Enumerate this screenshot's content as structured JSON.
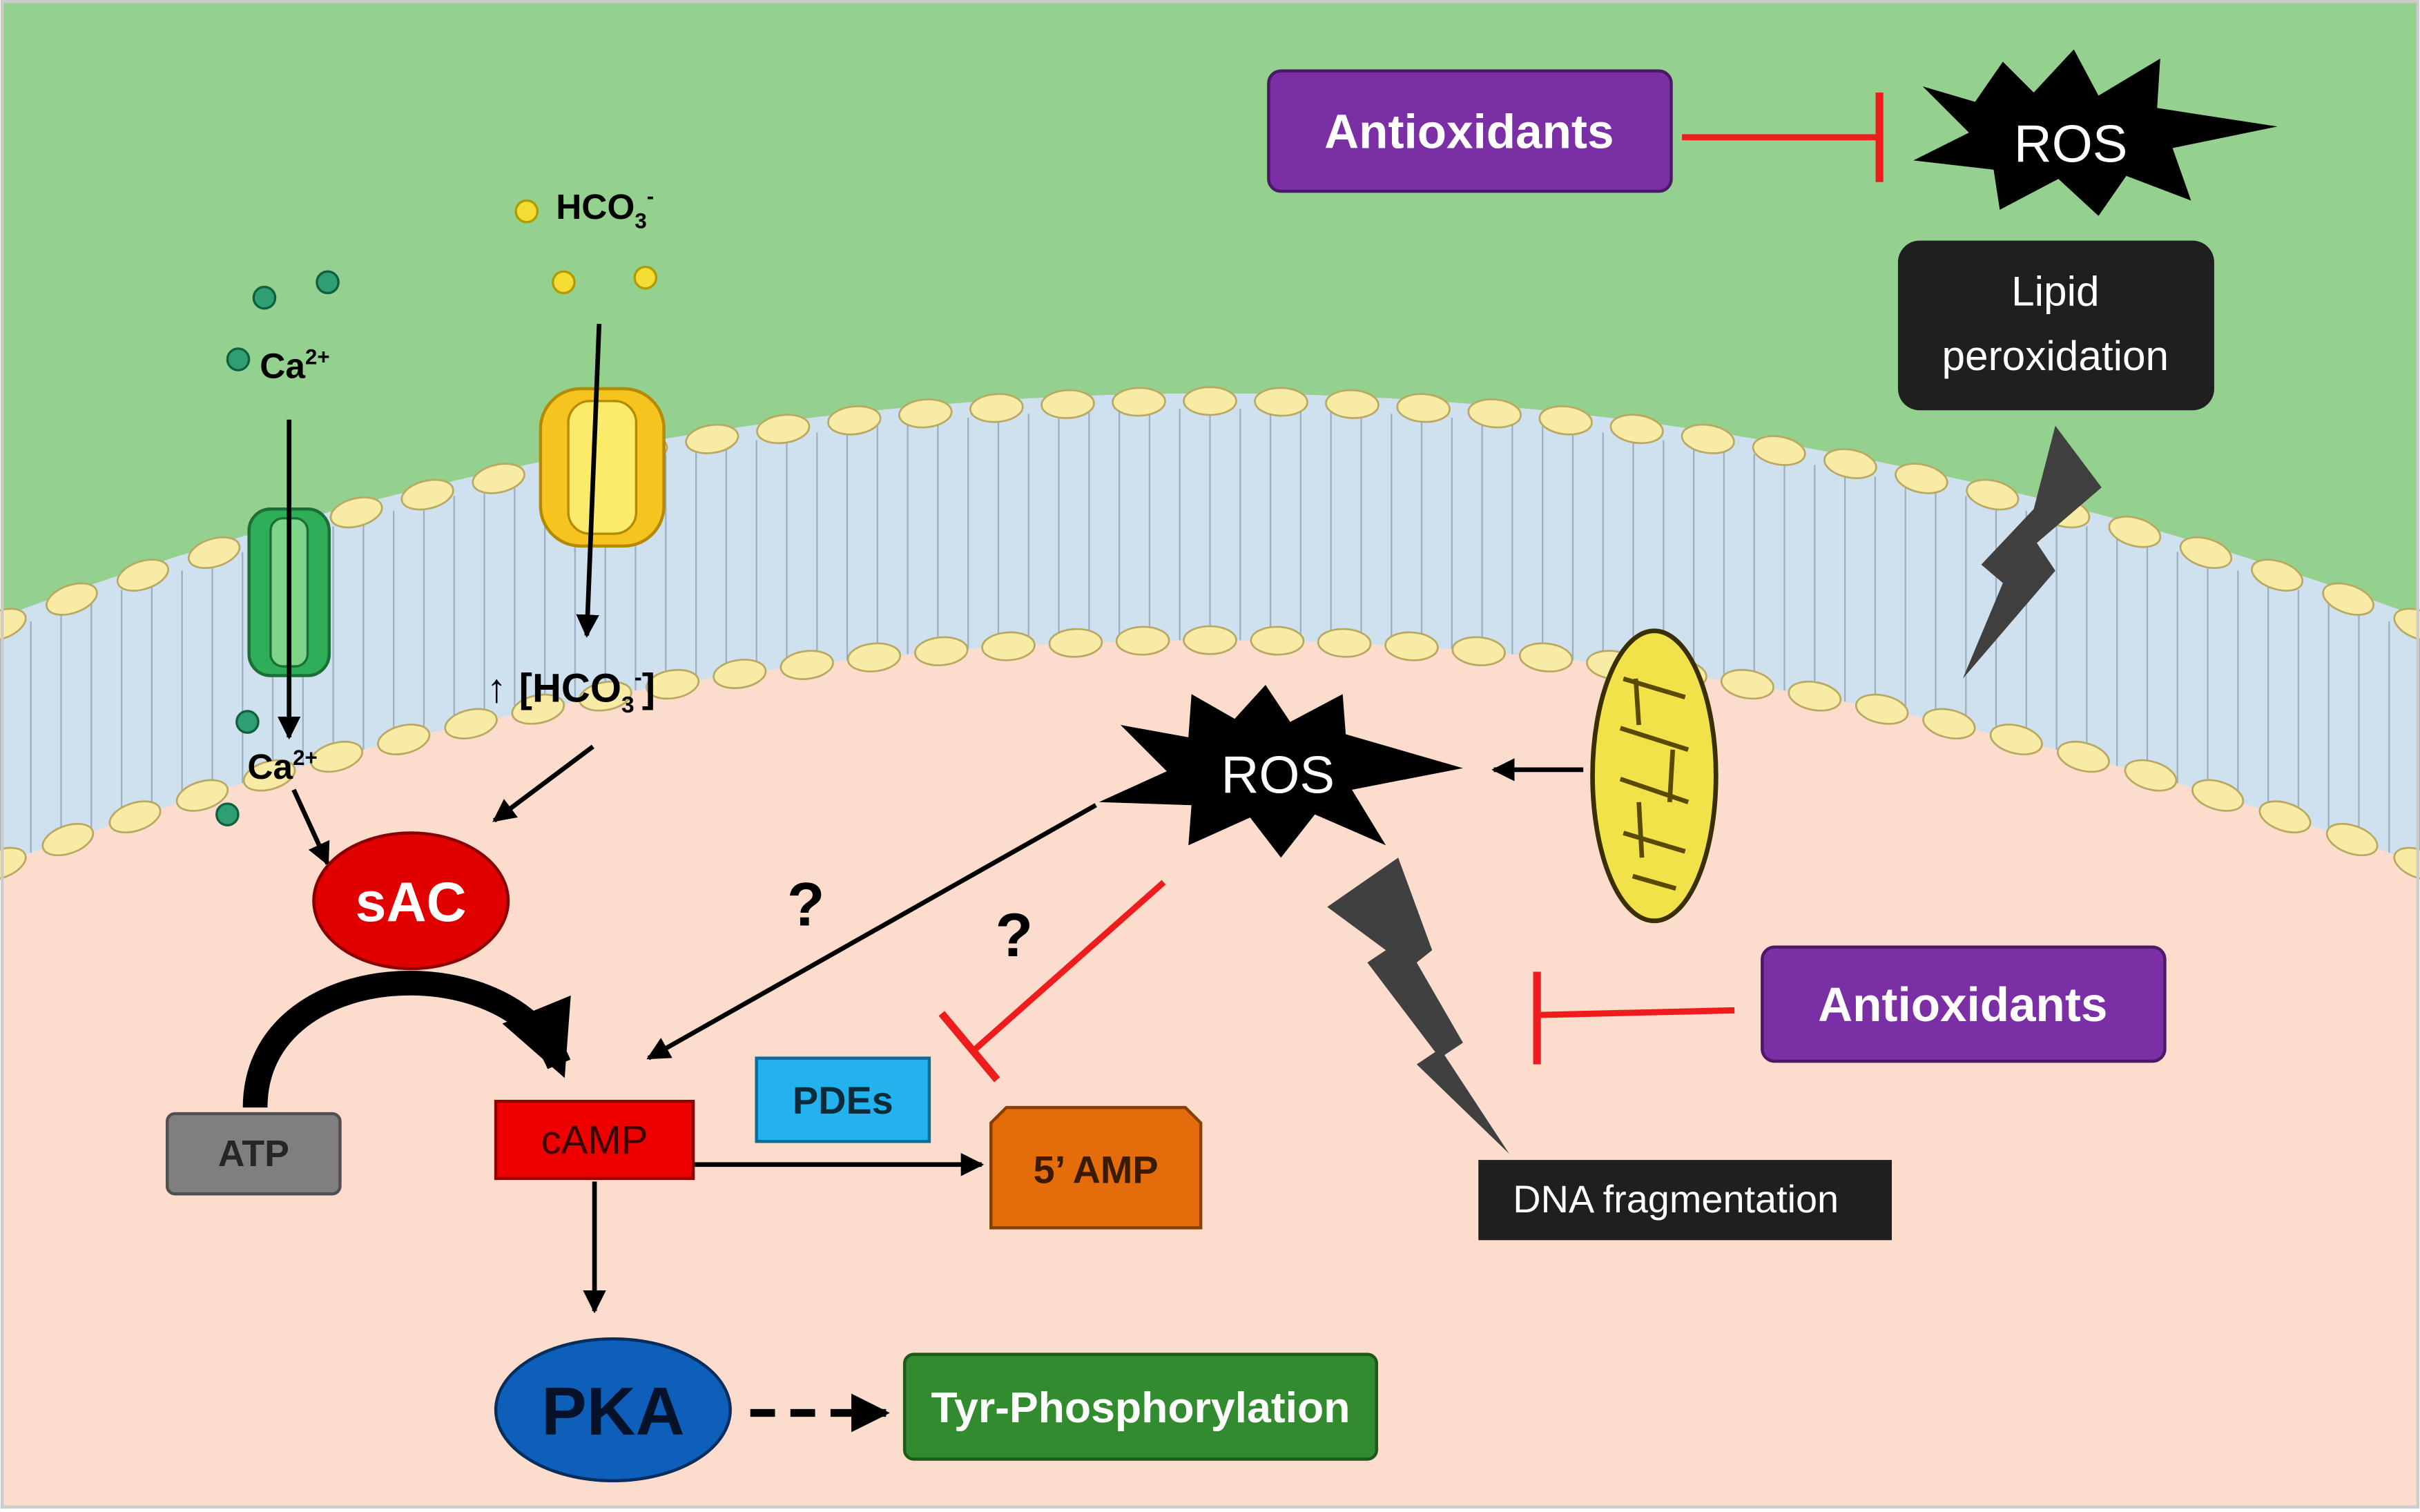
{
  "colors": {
    "extracellular": "#95d18e",
    "cytoplasm": "#fbdccd",
    "lipid_head": "#f8eba6",
    "tail_band": "#cfe0ee",
    "antioxidant_box": "#7b2fa5",
    "dark_box": "#1f1f1f",
    "sac": "#e00000",
    "camp": "#ee0000",
    "atp": "#7f7f7f",
    "pdes": "#22b2ee",
    "amp5": "#e46c0a",
    "pka": "#0d5fba",
    "tyr": "#338b2f",
    "inhibition": "#ee1c1c",
    "calcium_ion": "#2f9e73",
    "bicarbonate_ion": "#f4dc32",
    "mitochondrion": "#f2e24a",
    "lightning": "#404040"
  },
  "labels": {
    "antioxidants_top": "Antioxidants",
    "ros_top": "ROS",
    "lipid_line1": "Lipid",
    "lipid_line2": "peroxidation",
    "hco3_ext_main": "HCO",
    "hco3_ext_sub": "3",
    "hco3_ext_sup": "-",
    "ca_ext_main": "Ca",
    "ca_ext_sup": "2+",
    "ca_int_main": "Ca",
    "ca_int_sup": "2+",
    "hco3_int_arrow": "↑",
    "hco3_int_open": "[HCO",
    "hco3_int_sub": "3",
    "hco3_int_sup": "-",
    "hco3_int_close": "]",
    "sac": "sAC",
    "atp": "ATP",
    "camp": "cAMP",
    "pdes": "PDEs",
    "amp5": "5’ AMP",
    "pka": "PKA",
    "tyr": "Tyr-Phosphorylation",
    "ros_mid": "ROS",
    "question1": "?",
    "question2": "?",
    "antioxidants_mid": "Antioxidants",
    "dna": "DNA fragmentation"
  }
}
